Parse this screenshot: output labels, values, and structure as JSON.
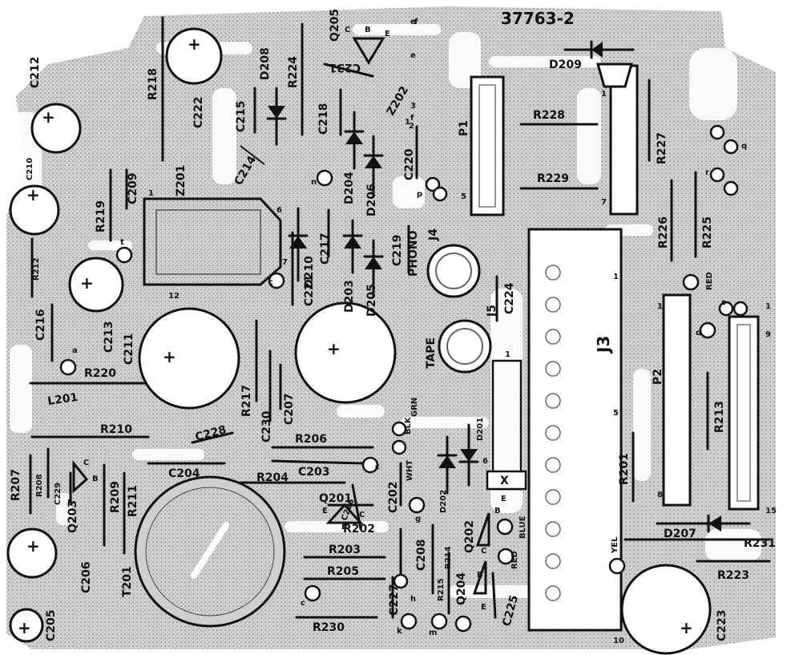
{
  "board_number": "37763-2",
  "colors": {
    "ink": "#111111",
    "copper": "#c8c8c8",
    "background": "#ffffff"
  },
  "resistors": [
    {
      "label": "R218"
    },
    {
      "label": "R224"
    },
    {
      "label": "R219"
    },
    {
      "label": "R212"
    },
    {
      "label": "R220"
    },
    {
      "label": "R210"
    },
    {
      "label": "R207"
    },
    {
      "label": "R208"
    },
    {
      "label": "R209"
    },
    {
      "label": "R211"
    },
    {
      "label": "R217"
    },
    {
      "label": "R206"
    },
    {
      "label": "R204"
    },
    {
      "label": "R202"
    },
    {
      "label": "R203"
    },
    {
      "label": "R205"
    },
    {
      "label": "R230"
    },
    {
      "label": "R214"
    },
    {
      "label": "R215"
    },
    {
      "label": "R228"
    },
    {
      "label": "R229"
    },
    {
      "label": "R227"
    },
    {
      "label": "R226"
    },
    {
      "label": "R225"
    },
    {
      "label": "R213"
    },
    {
      "label": "R201"
    },
    {
      "label": "R231"
    },
    {
      "label": "R223"
    }
  ],
  "capacitors": [
    {
      "label": "C212"
    },
    {
      "label": "C210"
    },
    {
      "label": "C222"
    },
    {
      "label": "C215"
    },
    {
      "label": "C209"
    },
    {
      "label": "C214"
    },
    {
      "label": "C218"
    },
    {
      "label": "C231"
    },
    {
      "label": "C220"
    },
    {
      "label": "C217"
    },
    {
      "label": "C219"
    },
    {
      "label": "C216"
    },
    {
      "label": "C213"
    },
    {
      "label": "C211"
    },
    {
      "label": "C221"
    },
    {
      "label": "C224"
    },
    {
      "label": "C230"
    },
    {
      "label": "C207"
    },
    {
      "label": "C228"
    },
    {
      "label": "C204"
    },
    {
      "label": "C203"
    },
    {
      "label": "C229"
    },
    {
      "label": "C226"
    },
    {
      "label": "C202"
    },
    {
      "label": "C206"
    },
    {
      "label": "C205"
    },
    {
      "label": "C208"
    },
    {
      "label": "C227"
    },
    {
      "label": "C225"
    },
    {
      "label": "C223"
    }
  ],
  "diodes": [
    {
      "label": "D208"
    },
    {
      "label": "D209"
    },
    {
      "label": "D204"
    },
    {
      "label": "D206"
    },
    {
      "label": "D210"
    },
    {
      "label": "D203"
    },
    {
      "label": "D205"
    },
    {
      "label": "D201"
    },
    {
      "label": "D202"
    },
    {
      "label": "D207"
    }
  ],
  "transistors": [
    {
      "label": "Q205"
    },
    {
      "label": "Q203"
    },
    {
      "label": "Q201"
    },
    {
      "label": "Q202"
    },
    {
      "label": "Q204"
    }
  ],
  "misc_labels": {
    "z201": "Z201",
    "z202": "Z202",
    "l201": "L201",
    "t201": "T201",
    "p1": "P1",
    "p2": "P2",
    "j3": "J3",
    "j4": "J4",
    "j5": "J5",
    "phono": "PHONO",
    "tape": "TAPE"
  },
  "wire_labels": {
    "red_top": "RED",
    "red_bottom": "RED",
    "blue": "BLUE",
    "yel": "YEL",
    "blk": "BLK",
    "grn": "GRN",
    "wht": "WHT"
  },
  "pin_letters": {
    "c": "C",
    "b": "B",
    "e": "E",
    "lc_c": "c",
    "lc_e": "e",
    "lc_f": "f",
    "lc_n": "n",
    "lc_p": "p",
    "lc_q": "q",
    "lc_r": "r",
    "lc_s": "s",
    "lc_a": "a",
    "lc_d": "d",
    "lc_t": "t",
    "lc_g": "g",
    "lc_h": "h",
    "lc_k": "k",
    "lc_m": "m"
  },
  "pin_numbers": {
    "n1": "1",
    "n2": "2",
    "n3": "3",
    "n5": "5",
    "n6": "6",
    "n7": "7",
    "n8": "8",
    "n9": "9",
    "n10": "10",
    "n12": "12",
    "n15": "15"
  },
  "symbols": {
    "plus": "+",
    "x": "X"
  }
}
